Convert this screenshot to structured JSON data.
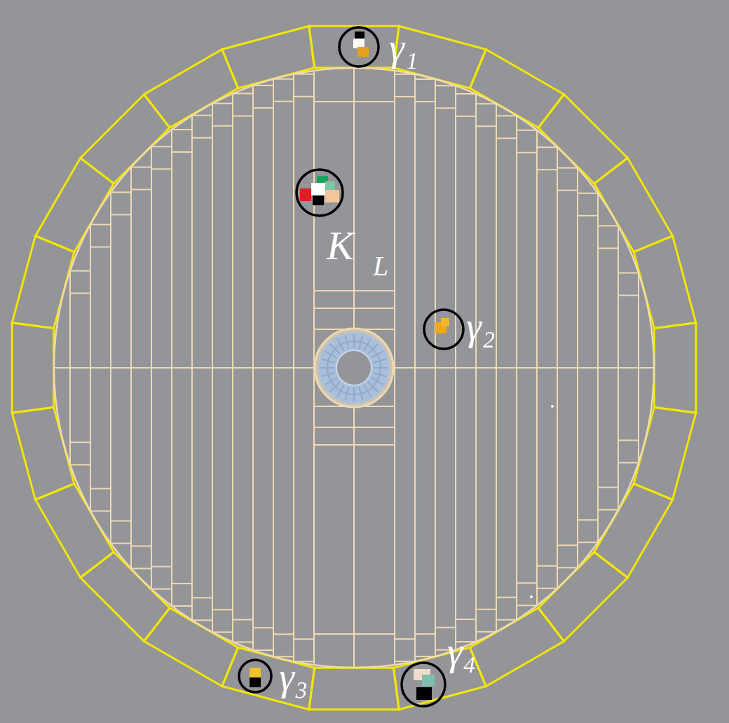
{
  "diagram": {
    "labels": [
      "γ₁",
      "K",
      "L",
      "γ₂",
      "γ₃",
      "γ₄"
    ]
  }
}
